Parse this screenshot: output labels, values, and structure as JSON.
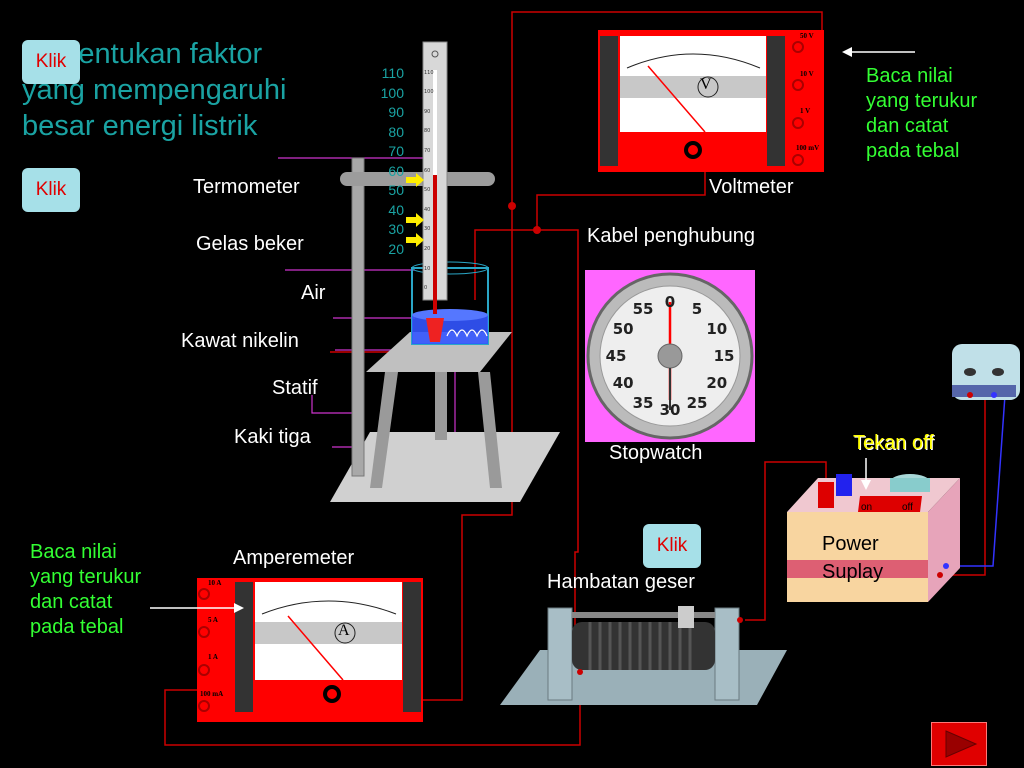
{
  "title": {
    "line1": "Menentukan  faktor",
    "line2": "yang mempengaruhi",
    "line3": "besar energi listrik"
  },
  "klik_label": "Klik",
  "thermometer_scale": [
    "110",
    "100",
    "90",
    "80",
    "70",
    "60",
    "50",
    "40",
    "30",
    "20"
  ],
  "labels": {
    "termometer": "Termometer",
    "gelas_beker": "Gelas beker",
    "air": "Air",
    "kawat_nikelin": "Kawat nikelin",
    "statif": "Statif",
    "kaki_tiga": "Kaki tiga",
    "voltmeter": "Voltmeter",
    "kabel_penghubung": "Kabel penghubung",
    "stopwatch": "Stopwatch",
    "amperemeter": "Amperemeter",
    "hambatan_geser": "Hambatan geser",
    "tekan_off": "Tekan off",
    "power_line1": "Power",
    "power_line2": "Suplay",
    "on": "on",
    "off": "off"
  },
  "notes": {
    "voltmeter_note": [
      "Baca nilai",
      "yang terukur",
      "dan catat",
      "pada tebal"
    ],
    "ampere_note": [
      "Baca nilai",
      "yang terukur",
      "dan catat",
      "pada tebal"
    ]
  },
  "voltmeter_ranges": [
    "50 V",
    "10 V",
    "1 V",
    "100 mV"
  ],
  "ampere_ranges": [
    "10 A",
    "5 A",
    "1 A",
    "100 mA"
  ],
  "voltmeter_symbol": "V",
  "ampere_symbol": "A",
  "stopwatch_numbers": [
    "0",
    "5",
    "10",
    "15",
    "20",
    "25",
    "30",
    "35",
    "40",
    "45",
    "50",
    "55"
  ],
  "colors": {
    "title": "#1aa3a3",
    "note": "#33ff33",
    "wire": "#cc0000",
    "meter_red": "#ff0000",
    "tekan": "#ffff00"
  }
}
